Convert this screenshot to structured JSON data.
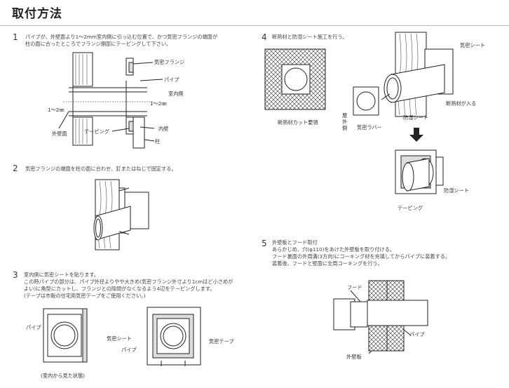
{
  "title": "取付方法",
  "step1": {
    "number": "1",
    "text": [
      "パイプが、外壁面より1～2mm室内側に引っ込む位置で、かつ気密フランジの端面が",
      "柱の面に合ったところでフランジ胴部にテーピングして下さい。"
    ],
    "labels": {
      "flange": "気密フランジ",
      "pipe": "パイプ",
      "indoor": "室内側",
      "gap_left": "1～2㎜",
      "gap_right": "1～2㎜",
      "exterior_wall": "外壁面",
      "taping": "テーピング",
      "inner_wall": "内壁",
      "pillar": "柱"
    }
  },
  "step2": {
    "number": "2",
    "text": "気密フランジの端面を柱の面に合わせ、釘またはねじで固定する。"
  },
  "step3": {
    "number": "3",
    "text": [
      "室内側に気密シートを貼ります。",
      "この時パイプの部分は、パイプ外径よりやや大きめ(気密フランジ外寸より1cmほど小さめが",
      "よい)に角型にカットし、フランジとの隙間がなくなるよう4辺をテーピングします。",
      "(テープは市販の住宅用気密テープをご使用ください。)"
    ],
    "labels": {
      "pipe1": "パイプ",
      "sheet": "気密シート",
      "pipe2": "パイプ",
      "tape": "気密テープ",
      "caption": "(室内から見た状態)"
    }
  },
  "step4": {
    "number": "4",
    "text": "断熱材と防湿シート施工を行う。",
    "labels": {
      "sheet": "気密シート",
      "insulation_in": "断熱材が入る",
      "vapor": "防湿シート",
      "cut": "断熱材カット要領",
      "exterior": "屋外側",
      "rubber": "気密ラバー",
      "vapor2": "防湿シート",
      "taping": "テーピング"
    }
  },
  "step5": {
    "number": "5",
    "text": [
      "外壁板とフード取付",
      "あらかじめ、穴(φ110)をあけた外壁板を取り付ける。",
      "フード裏面の外周溝(3方向)にコーキング材を充填してからパイプに装着する。",
      "装着後、フードと壁面に全周コーキングを行う。"
    ],
    "labels": {
      "hood": "フード",
      "pipe": "パイプ",
      "wall_board": "外壁板"
    }
  }
}
